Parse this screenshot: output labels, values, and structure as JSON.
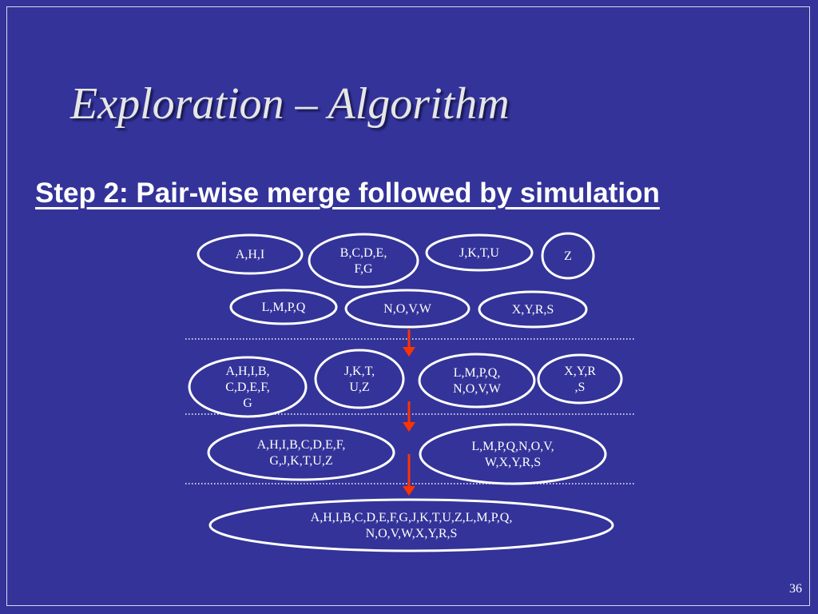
{
  "slide": {
    "title": "Exploration – Algorithm",
    "subtitle": "Step 2: Pair-wise merge followed by simulation",
    "page_number": "36"
  },
  "diagram": {
    "levels": [
      {
        "name": "initial-clusters",
        "nodes": [
          {
            "id": "ahi",
            "lines": [
              "A,H,I"
            ]
          },
          {
            "id": "bcdefg",
            "lines": [
              "B,C,D,E,",
              "F,G"
            ]
          },
          {
            "id": "jktu",
            "lines": [
              "J,K,T,U"
            ]
          },
          {
            "id": "z",
            "lines": [
              "Z"
            ]
          },
          {
            "id": "lmpq",
            "lines": [
              "L,M,P,Q"
            ]
          },
          {
            "id": "novw",
            "lines": [
              "N,O,V,W"
            ]
          },
          {
            "id": "xyrs",
            "lines": [
              "X,Y,R,S"
            ]
          }
        ]
      },
      {
        "name": "merge-1",
        "nodes": [
          {
            "id": "ahibcdefg",
            "lines": [
              "A,H,I,B,",
              "C,D,E,F,",
              "G"
            ]
          },
          {
            "id": "jktuz",
            "lines": [
              "J,K,T,",
              "U,Z"
            ]
          },
          {
            "id": "lmpqnovw",
            "lines": [
              "L,M,P,Q,",
              "N,O,V,W"
            ]
          },
          {
            "id": "xyrs2",
            "lines": [
              "X,Y,R",
              ",S"
            ]
          }
        ]
      },
      {
        "name": "merge-2",
        "nodes": [
          {
            "id": "m2a",
            "lines": [
              "A,H,I,B,C,D,E,F,",
              "G,J,K,T,U,Z"
            ]
          },
          {
            "id": "m2b",
            "lines": [
              "L,M,P,Q,N,O,V,",
              "W,X,Y,R,S"
            ]
          }
        ]
      },
      {
        "name": "merge-3",
        "nodes": [
          {
            "id": "final",
            "lines": [
              "A,H,I,B,C,D,E,F,G,J,K,T,U,Z,L,M,P,Q,",
              "N,O,V,W,X,Y,R,S"
            ]
          }
        ]
      }
    ],
    "colors": {
      "background": "#333399",
      "node_stroke": "#ffffff",
      "text": "#ffffff",
      "arrow": "#ff3300"
    }
  }
}
